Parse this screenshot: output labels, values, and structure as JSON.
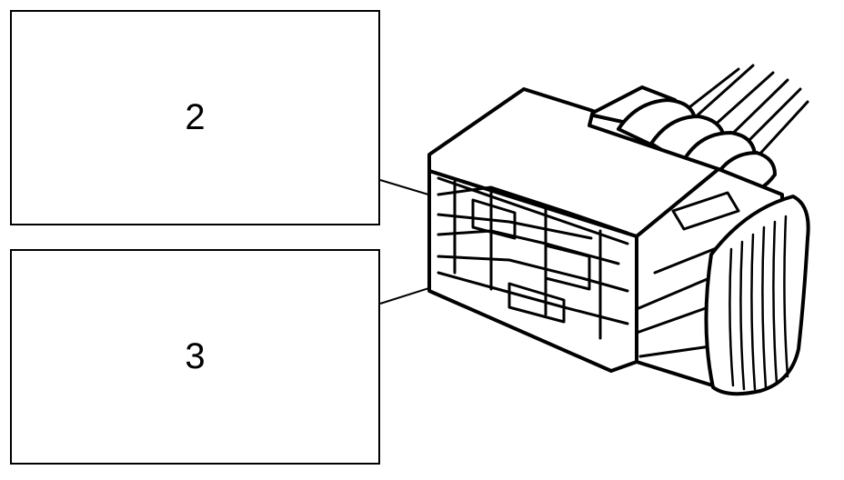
{
  "callouts": [
    {
      "label": "2"
    },
    {
      "label": "3"
    }
  ],
  "colors": {
    "line": "#000000",
    "background": "#ffffff"
  },
  "illustration": {
    "subject": "electrical-connector"
  }
}
